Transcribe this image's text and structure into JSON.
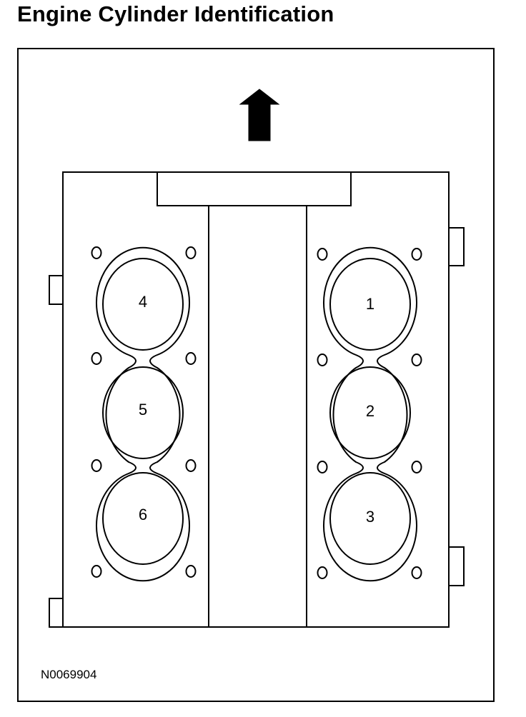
{
  "title": "Engine Cylinder Identification",
  "figure_id": "N0069904",
  "direction_arrow_icon": "up-arrow-icon",
  "banks": [
    {
      "side": "left",
      "cylinders": [
        "4",
        "5",
        "6"
      ]
    },
    {
      "side": "right",
      "cylinders": [
        "1",
        "2",
        "3"
      ]
    }
  ],
  "colors": {
    "line": "#000000",
    "background": "#ffffff"
  }
}
